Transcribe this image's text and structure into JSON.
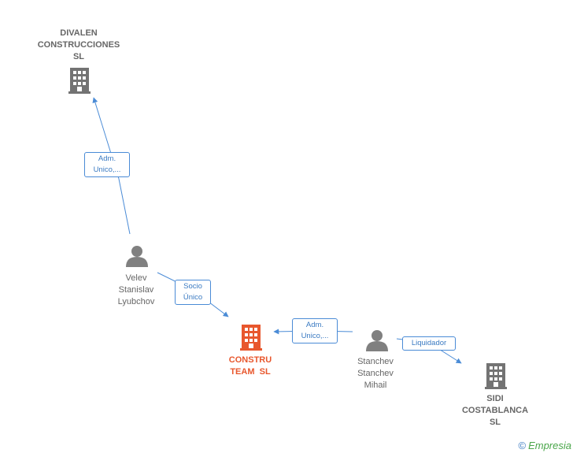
{
  "colors": {
    "company": "#737373",
    "focus_company": "#e8572d",
    "person": "#808080",
    "edge": "#4a8bd6"
  },
  "nodes": {
    "divalen": {
      "label_lines": [
        "DIVALEN",
        "CONSTRUCCIONES",
        "SL"
      ],
      "icon": "building-icon"
    },
    "velev": {
      "label_lines": [
        "Velev",
        "Stanislav",
        "Lyubchov"
      ],
      "icon": "person-icon"
    },
    "construteam": {
      "label_lines": [
        "CONSTRU",
        "TEAM  SL"
      ],
      "icon": "building-icon"
    },
    "stanchev": {
      "label_lines": [
        "Stanchev",
        "Stanchev",
        "Mihail"
      ],
      "icon": "person-icon"
    },
    "sidi": {
      "label_lines": [
        "SIDI",
        "COSTABLANCA",
        "SL"
      ],
      "icon": "building-icon"
    }
  },
  "edges": {
    "velev_divalen": {
      "label_lines": [
        "Adm.",
        "Unico,..."
      ]
    },
    "velev_construteam": {
      "label_lines": [
        "Socio",
        "Único"
      ]
    },
    "stanchev_construteam": {
      "label_lines": [
        "Adm.",
        "Unico,..."
      ]
    },
    "stanchev_sidi": {
      "label_lines": [
        "Liquidador"
      ]
    }
  },
  "footer": {
    "copyright_symbol": "©",
    "brand": "Empresia"
  }
}
